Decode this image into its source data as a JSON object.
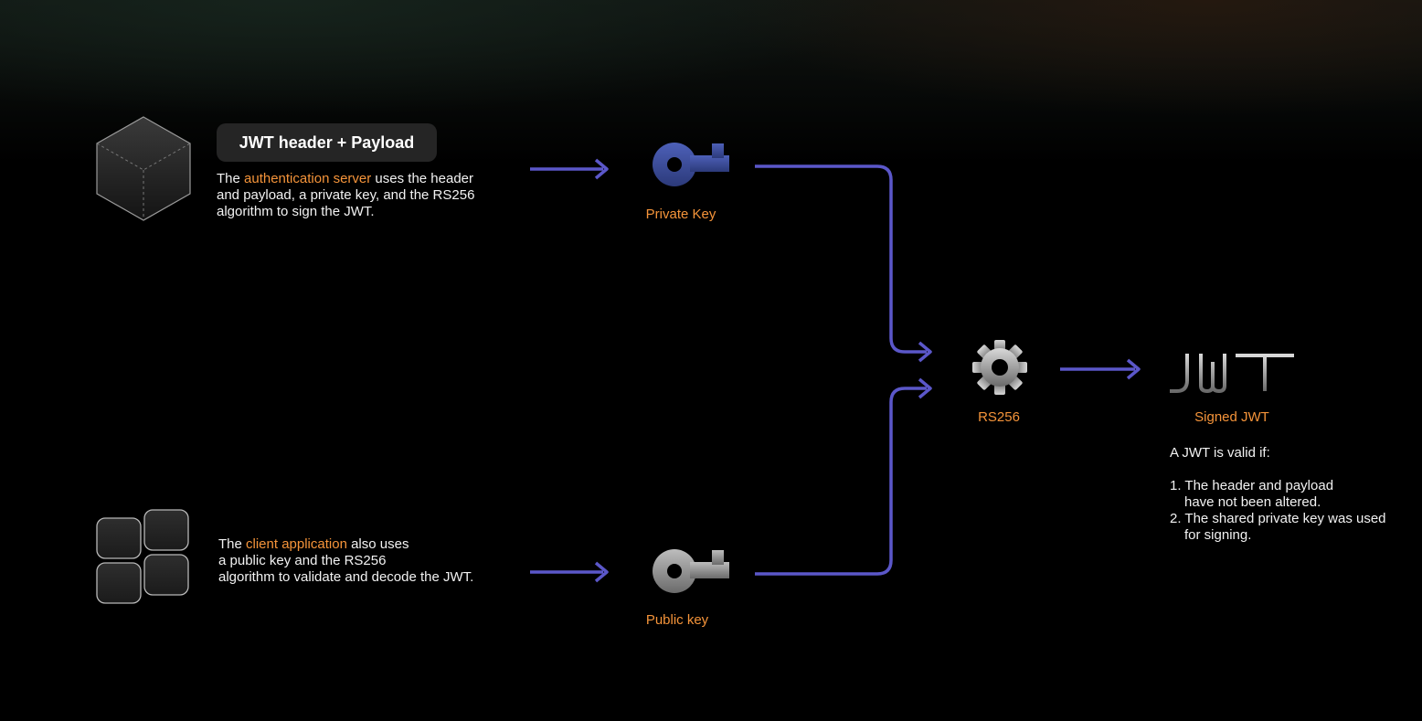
{
  "server": {
    "pill_label": "JWT header + Payload",
    "desc_before": "The ",
    "desc_highlight": "authentication server",
    "desc_after_line1": " uses the header",
    "desc_line2": "and payload, a private key, and the RS256",
    "desc_line3": "algorithm to sign the JWT."
  },
  "client": {
    "desc_before": "The ",
    "desc_highlight": "client application",
    "desc_after_line1": " also uses",
    "desc_line2": "a public key and the RS256",
    "desc_line3": "algorithm to validate and decode the JWT."
  },
  "nodes": {
    "private_key_label": "Private Key",
    "public_key_label": "Public key",
    "algorithm_label": "RS256",
    "signed_label": "Signed JWT",
    "jwt_logo_text": "JWT"
  },
  "validity": {
    "heading": "A JWT is valid if:",
    "item1_line1": "1. The header and payload",
    "item1_line2": "have not been altered.",
    "item2_line1": "2. The shared private key was used",
    "item2_line2": "for signing."
  },
  "colors": {
    "arrow": "#5b57c9",
    "highlight": "#f5943a",
    "private_key": "#3d4f9e",
    "public_key": "#9a9a9a"
  },
  "icons": {
    "server": "cube-icon",
    "client": "app-grid-icon",
    "private_key": "key-icon",
    "public_key": "key-icon",
    "algorithm": "gear-icon",
    "signed": "jwt-logo-icon"
  }
}
